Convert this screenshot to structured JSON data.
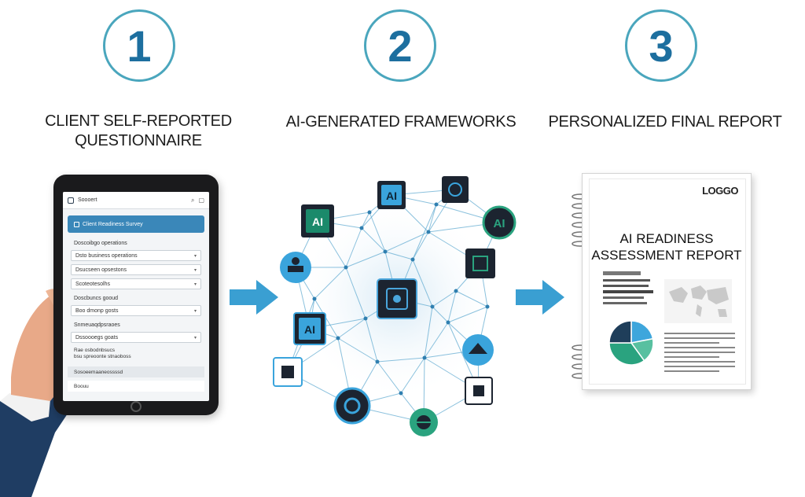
{
  "steps": [
    {
      "number": "1",
      "title_line1": "CLIENT SELF-REPORTED",
      "title_line2": "QUESTIONNAIRE"
    },
    {
      "number": "2",
      "title_line1": "AI-GENERATED FRAMEWORKS",
      "title_line2": ""
    },
    {
      "number": "3",
      "title_line1": "PERSONALIZED FINAL REPORT",
      "title_line2": ""
    }
  ],
  "tablet": {
    "app_name": "Soooert",
    "form_header": "Client Readiness Survey",
    "label_1": "Doscoibgo operations",
    "field_1": "Dsto business operations",
    "field_2": "Dsucseen opsestons",
    "field_3": "Scoteotesolhs",
    "label_2": "Doscbuncs gooud",
    "field_4": "Boo dmonp gosts",
    "label_3": "Snmeuaqdpsraoes",
    "field_5": "Dssoooegs goats",
    "note_line1": "Rae osbodnbsucs",
    "note_line2": "bsu spreoonte stnaoboss",
    "footer_1": "Sosoeemaaneossssd",
    "footer_2": "Boouu"
  },
  "network": {
    "badge_label": "AI"
  },
  "report": {
    "logo": "LOGGO",
    "title_line1": "AI READINESS",
    "title_line2": "ASSESSMENT REPORT"
  },
  "colors": {
    "step_ring": "#4aa6bd",
    "step_number": "#1d6f9f",
    "arrow": "#3a9fd2",
    "network_line": "#5aa7cf",
    "icon_green": "#1b8a6b",
    "icon_blue": "#3aa4dc",
    "pie_dark": "#1f3e5a",
    "pie_blue": "#3ea6dc",
    "pie_green": "#2aa37f"
  },
  "chart_data": {
    "type": "pie",
    "values": [
      22,
      18,
      35,
      25
    ]
  }
}
